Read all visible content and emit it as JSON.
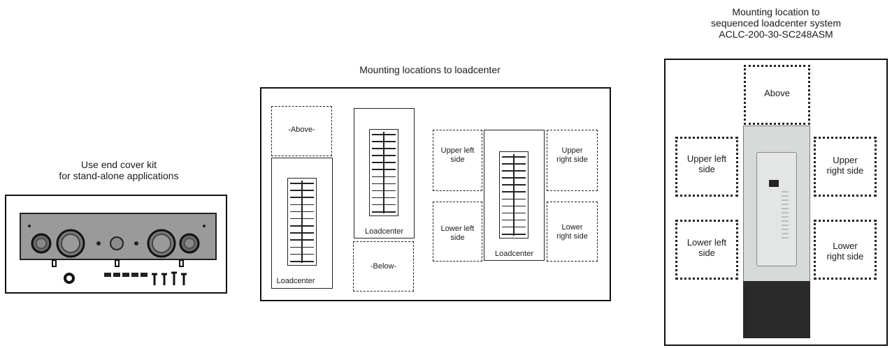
{
  "left_panel": {
    "caption_line1": "Use end cover kit",
    "caption_line2": "for stand-alone applications"
  },
  "middle_panel": {
    "caption": "Mounting locations to loadcenter",
    "above": "-Above-",
    "below": "-Below-",
    "loadcenter": "Loadcenter",
    "upper_left_1": "Upper left",
    "upper_left_2": "side",
    "upper_right_1": "Upper",
    "upper_right_2": "right side",
    "lower_left_1": "Lower left",
    "lower_left_2": "side",
    "lower_right_1": "Lower",
    "lower_right_2": "right side"
  },
  "right_panel": {
    "caption_line1": "Mounting location to",
    "caption_line2": "sequenced loadcenter system",
    "caption_line3": "ACLC-200-30-SC248ASM",
    "above": "Above",
    "upper_left_1": "Upper left",
    "upper_left_2": "side",
    "upper_right_1": "Upper",
    "upper_right_2": "right side",
    "lower_left_1": "Lower left",
    "lower_left_2": "side",
    "lower_right_1": "Lower",
    "lower_right_2": "right side"
  },
  "colors": {
    "panel_grey": "#9a9a9a",
    "cabinet_light": "#d6dad8",
    "cabinet_dark": "#2a2a2a"
  }
}
